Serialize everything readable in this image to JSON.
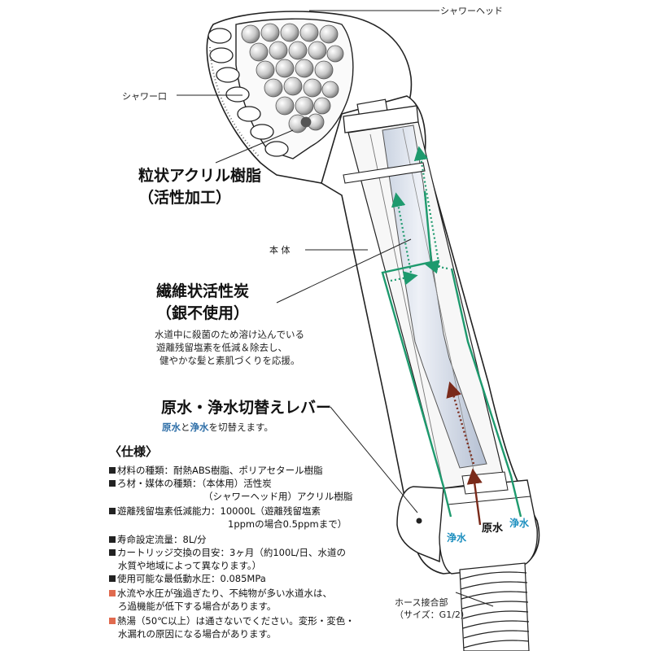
{
  "labels": {
    "shower_head": "シャワーヘッド",
    "shower_port": "シャワー口",
    "acrylic_line1": "粒状アクリル樹脂",
    "acrylic_line2": "（活性加工）",
    "body": "本 体",
    "carbon_line1": "繊維状活性炭",
    "carbon_line2": "（銀不使用）",
    "carbon_desc": [
      "水道中に殺菌のため溶け込んでいる",
      "遊離残留塩素を低減＆除去し、",
      "健やかな髪と素肌づくりを応援。"
    ],
    "lever_title": "原水・浄水切替えレバー",
    "lever_desc_a": "原水",
    "lever_desc_b": "と",
    "lever_desc_c": "浄水",
    "lever_desc_d": "を切替えます。",
    "raw_water": "原水",
    "pure_left": "浄水",
    "pure_right": "浄水",
    "hose_line1": "ホース接合部",
    "hose_line2": "（サイズ：G1/2）"
  },
  "specs": {
    "title": "〈仕様〉",
    "rows": [
      {
        "text": "材料の種類：耐熱ABS樹脂、ポリアセタール樹脂",
        "marker": "black"
      },
      {
        "text": "ろ材・媒体の種類：（本体用）活性炭",
        "marker": "black"
      },
      {
        "text": "（シャワーヘッド用）アクリル樹脂",
        "marker": "none"
      },
      {
        "text": "遊離残留塩素低減能力：10000L（遊離残留塩素",
        "marker": "black"
      },
      {
        "text": "1ppmの場合0.5ppmまで）",
        "marker": "none"
      },
      {
        "text": "寿命設定流量：8L/分",
        "marker": "black"
      },
      {
        "text": "カートリッジ交換の目安：3ヶ月（約100L/日、水道の",
        "marker": "black"
      },
      {
        "text": "水質や地域によって異なります。）",
        "marker": "none"
      },
      {
        "text": "使用可能な最低動水圧：0.085MPa",
        "marker": "black"
      },
      {
        "text": "水流や水圧が強過ぎたり、不純物が多い水道水は、",
        "marker": "red"
      },
      {
        "text": "ろ過機能が低下する場合があります。",
        "marker": "none"
      },
      {
        "text": "熱湯（50℃以上）は通さないでください。変形・変色・",
        "marker": "red"
      },
      {
        "text": "水漏れの原因になる場合があります。",
        "marker": "none"
      }
    ]
  },
  "colors": {
    "green": "#1e9a6e",
    "brown": "#7a2a1a",
    "blue": "#2f6fa8",
    "red_marker": "#e06a4e"
  }
}
